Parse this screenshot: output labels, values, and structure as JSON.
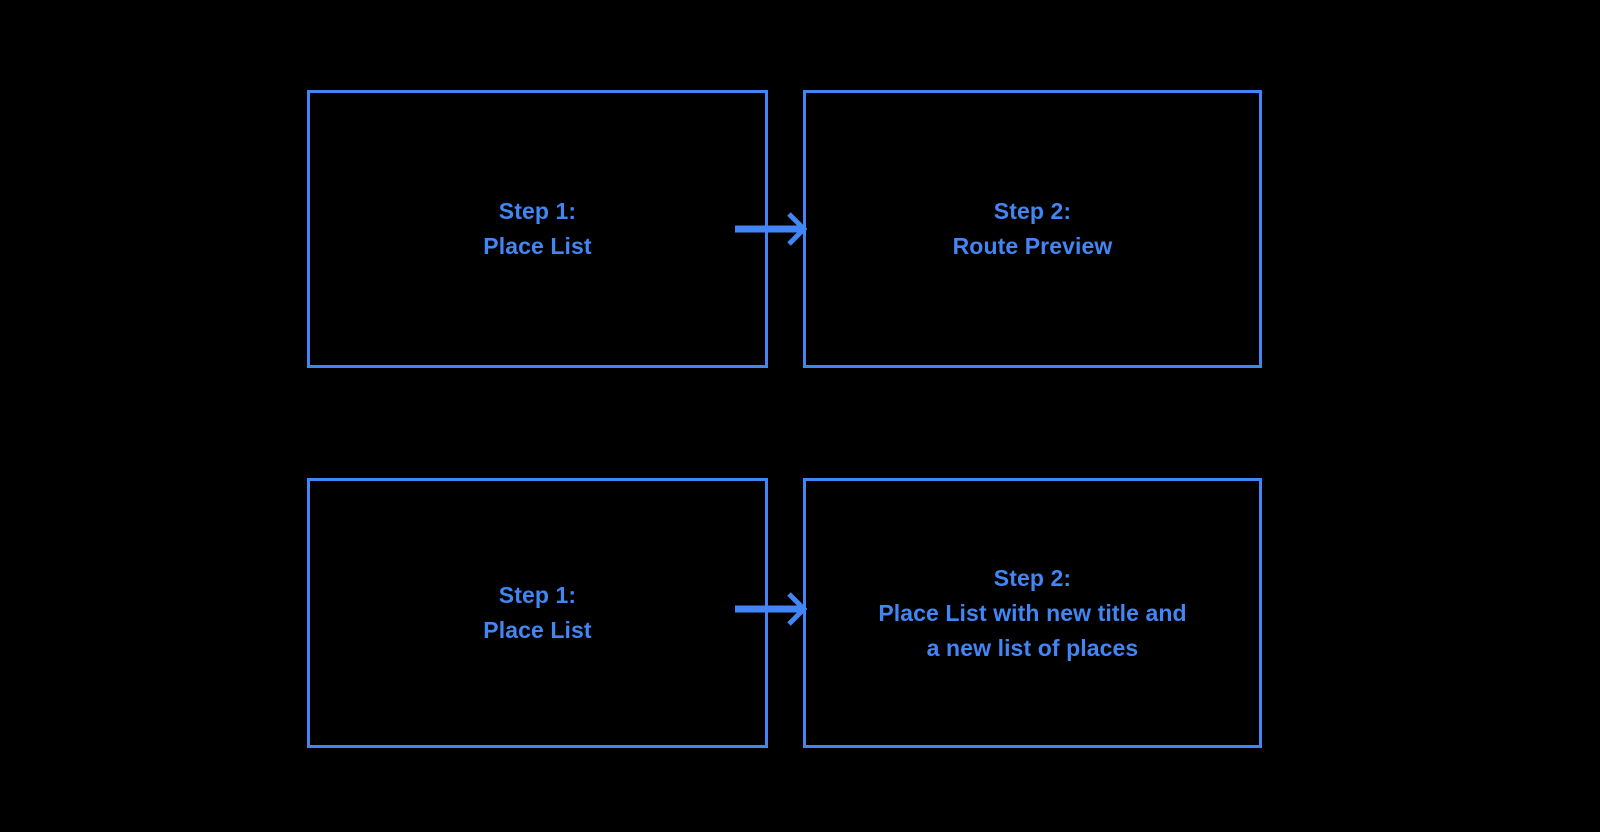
{
  "theme": {
    "background_color": "#000000",
    "accent_color": "#4285f4",
    "text_color": "#4285f4"
  },
  "diagram": {
    "type": "flow",
    "rows": [
      {
        "id": "row-top",
        "from": {
          "title": "Step 1:",
          "subtitle": "Place List",
          "text": "Step 1:\nPlace List"
        },
        "connector": {
          "icon": "arrow-right-icon",
          "direction": "right"
        },
        "to": {
          "title": "Step 2:",
          "subtitle": "Route Preview",
          "text": "Step 2:\nRoute Preview"
        }
      },
      {
        "id": "row-bottom",
        "from": {
          "title": "Step 1:",
          "subtitle": "Place List",
          "text": "Step 1:\nPlace List"
        },
        "connector": {
          "icon": "arrow-right-icon",
          "direction": "right"
        },
        "to": {
          "title": "Step 2:",
          "subtitle": "Place List with new title and a new list of places",
          "text": "Step 2:\nPlace List with new title and\na new list of places"
        }
      }
    ]
  }
}
